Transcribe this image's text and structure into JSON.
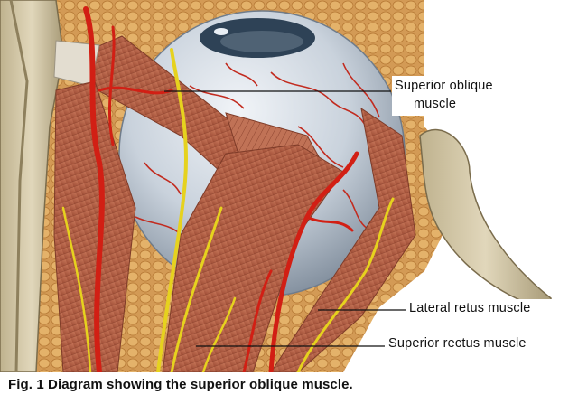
{
  "diagram": {
    "labels": {
      "superior_oblique_line1": "Superior oblique",
      "superior_oblique_line2": "muscle",
      "lateral_rectus": "Lateral retus muscle",
      "superior_rectus": "Superior rectus muscle"
    },
    "caption": "Fig. 1 Diagram showing the superior oblique muscle."
  },
  "colors": {
    "muscle": "#b8654a",
    "muscle_light": "#d68a6c",
    "fat": "#d9a05a",
    "eyeball": "#c9d2dc",
    "iris": "#2e4256",
    "vessel": "#d21f14",
    "nerve": "#e6d21e",
    "bone": "#c9bd9b",
    "background": "#ffffff"
  }
}
